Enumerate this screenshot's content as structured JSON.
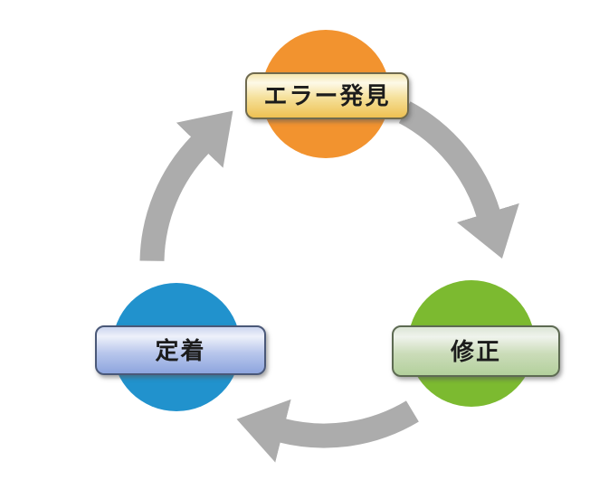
{
  "diagram": {
    "type": "cycle",
    "background_color": "#ffffff",
    "arrow_color": "#acacac",
    "nodes": [
      {
        "id": "error-discovery",
        "label": "エラー発見",
        "circle_color": "#f2932f",
        "label_gradient_top": "#fdf9e8",
        "label_gradient_bottom": "#eec152",
        "label_border_color": "#6f6a4e"
      },
      {
        "id": "correction",
        "label": "修正",
        "circle_color": "#7cba30",
        "label_gradient_top": "#eff3ec",
        "label_gradient_bottom": "#b3d09c",
        "label_border_color": "#5d6a52"
      },
      {
        "id": "retention",
        "label": "定着",
        "circle_color": "#2192cd",
        "label_gradient_top": "#eef1fa",
        "label_gradient_bottom": "#8da5de",
        "label_border_color": "#4a5878"
      }
    ],
    "arrows": [
      {
        "from": "エラー発見",
        "to": "修正",
        "direction": "clockwise"
      },
      {
        "from": "修正",
        "to": "定着",
        "direction": "clockwise"
      },
      {
        "from": "定着",
        "to": "エラー発見",
        "direction": "clockwise"
      }
    ]
  }
}
